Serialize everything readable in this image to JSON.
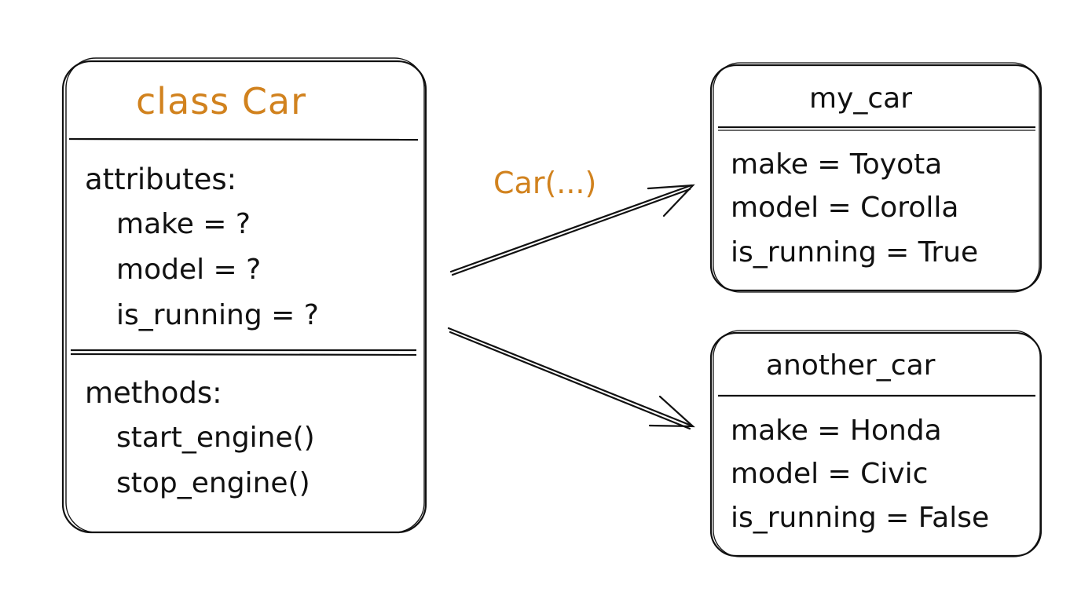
{
  "class_box": {
    "title": "class Car",
    "attributes_heading": "attributes:",
    "attributes": [
      "make = ?",
      "model = ?",
      "is_running = ?"
    ],
    "methods_heading": "methods:",
    "methods": [
      "start_engine()",
      "stop_engine()"
    ]
  },
  "constructor_label": "Car(...)",
  "instances": [
    {
      "title": "my_car",
      "rows": [
        "make = Toyota",
        "model = Corolla",
        "is_running = True"
      ]
    },
    {
      "title": "another_car",
      "rows": [
        "make = Honda",
        "model = Civic",
        "is_running = False"
      ]
    }
  ],
  "colors": {
    "accent": "#d1821e",
    "ink": "#111111",
    "background": "#ffffff"
  }
}
